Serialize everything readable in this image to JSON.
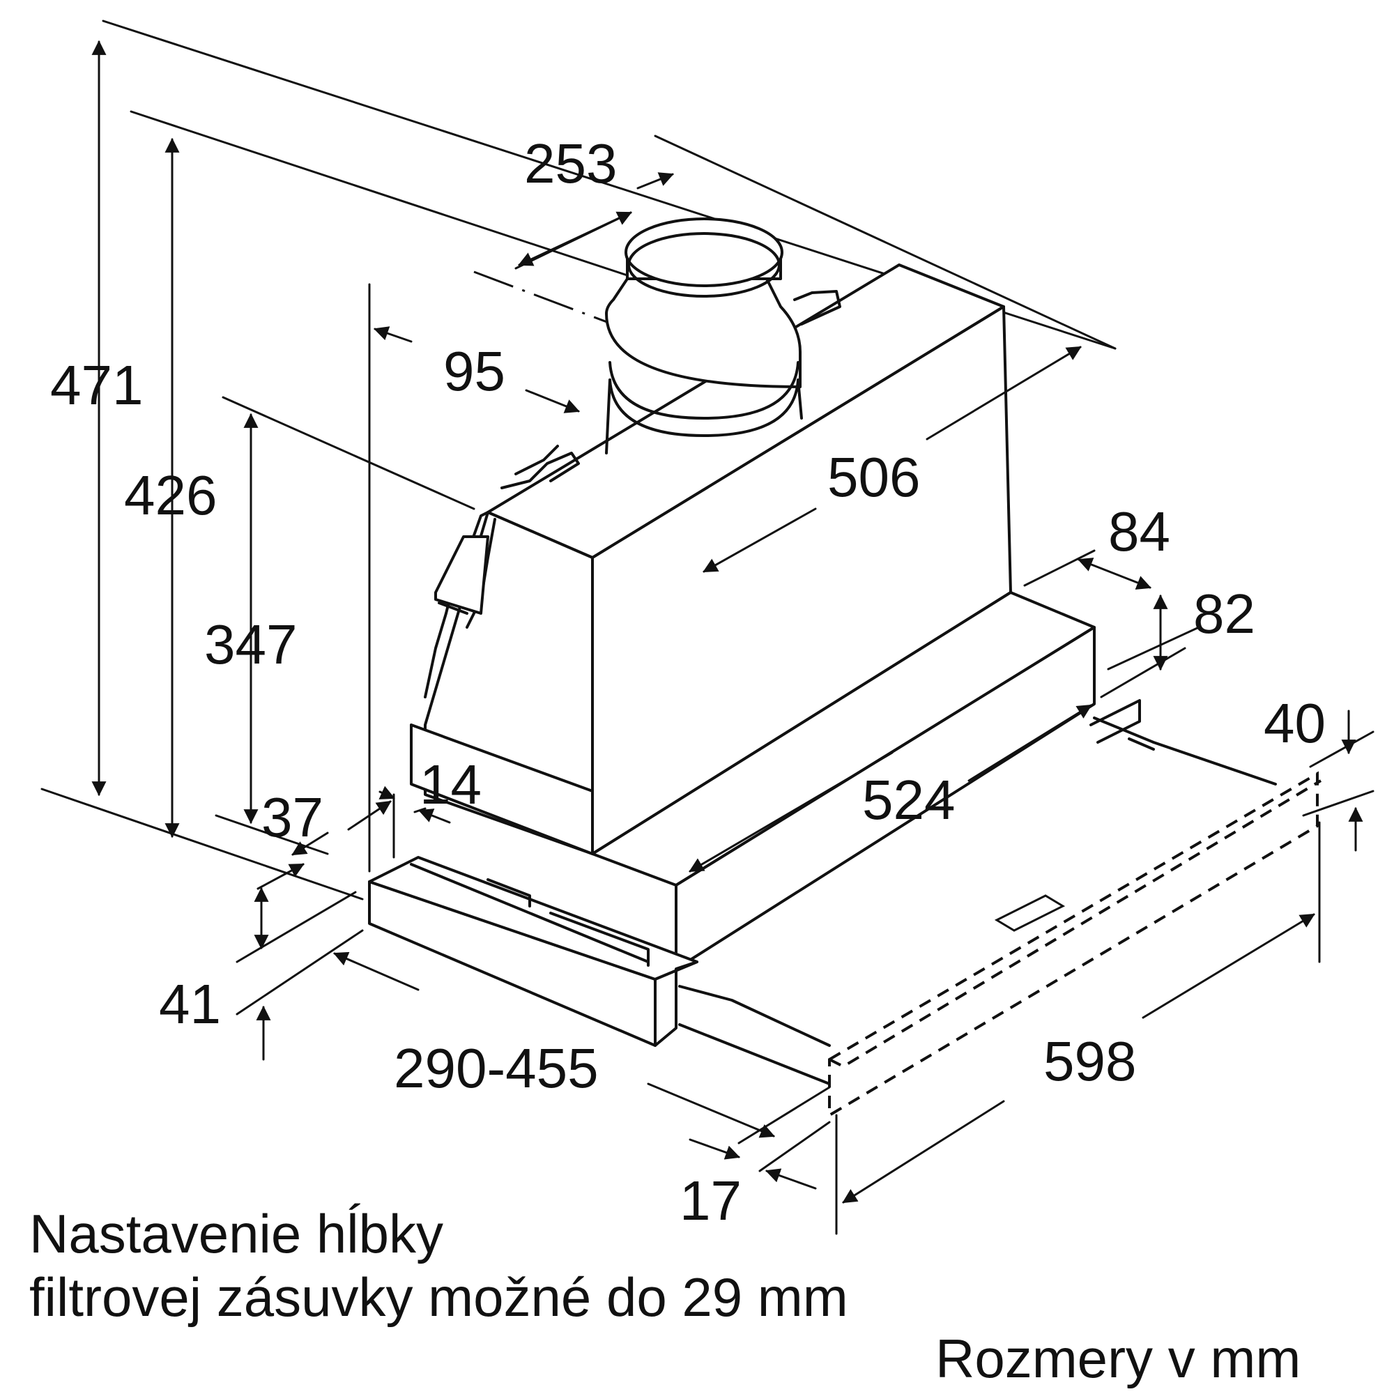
{
  "dimensions": {
    "d471": "471",
    "d426": "426",
    "d347": "347",
    "d253": "253",
    "d95": "95",
    "d506": "506",
    "d84": "84",
    "d82": "82",
    "d40": "40",
    "d524": "524",
    "d37": "37",
    "d14": "14",
    "d41": "41",
    "d290_455": "290-455",
    "d598": "598",
    "d17": "17"
  },
  "note": {
    "line1": "Nastavenie hĺbky",
    "line2": "filtrovej zásuvky možné do 29 mm"
  },
  "units_label": "Rozmery v mm"
}
